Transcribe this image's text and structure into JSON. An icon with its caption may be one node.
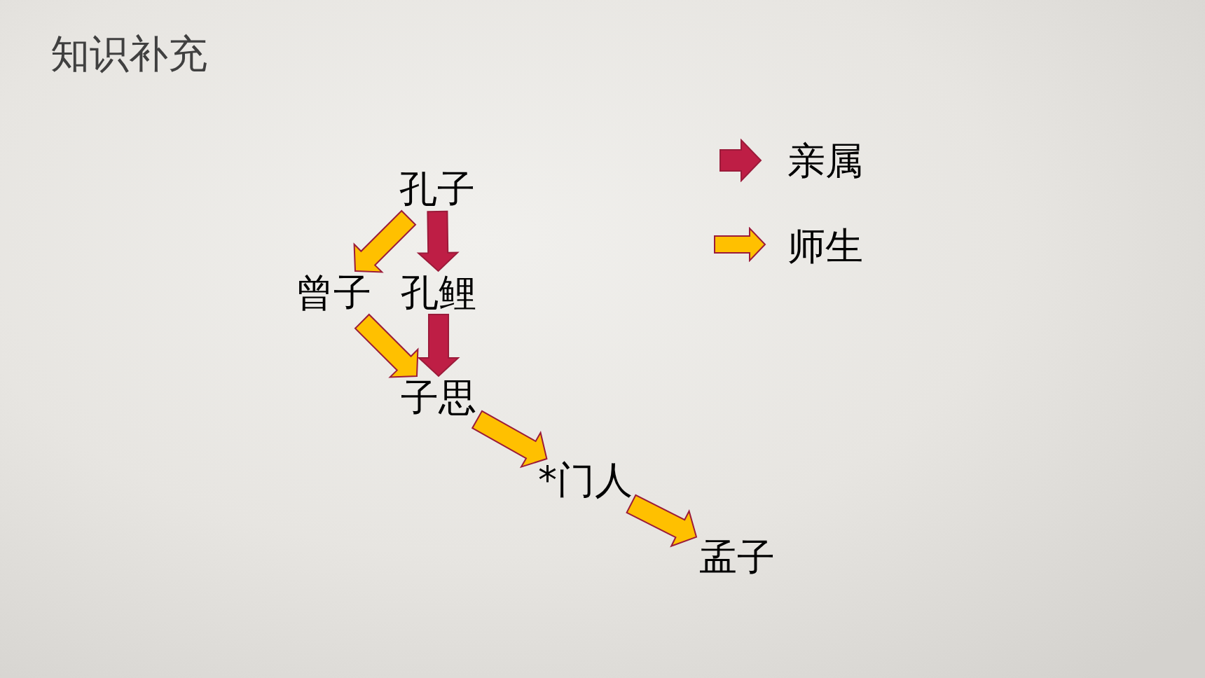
{
  "diagram": {
    "title": "知识补充",
    "nodes": [
      {
        "text": [
          "孔子"
        ]
      },
      {
        "text": [
          "曾子"
        ]
      },
      {
        "text": [
          "孔鲤"
        ]
      },
      {
        "text": [
          "子思"
        ]
      },
      {
        "text": [
          "*门人"
        ]
      },
      {
        "text": [
          "孟子"
        ]
      }
    ],
    "edges": [
      {
        "from": 0,
        "to": 1,
        "arrow": "to"
      },
      {
        "from": 0,
        "to": 2,
        "arrow": "to",
        "color": "#be1e45"
      },
      {
        "from": 1,
        "to": 3,
        "arrow": "to"
      },
      {
        "from": 2,
        "to": 3,
        "arrow": "to",
        "color": "#be1e45"
      },
      {
        "from": 3,
        "to": 4,
        "arrow": "to"
      },
      {
        "from": 4,
        "to": 5,
        "arrow": "to"
      }
    ],
    "legend": [
      {
        "text": "亲属",
        "color": "#be1e45"
      },
      {
        "text": "师生",
        "color": "#ffc000"
      }
    ]
  }
}
